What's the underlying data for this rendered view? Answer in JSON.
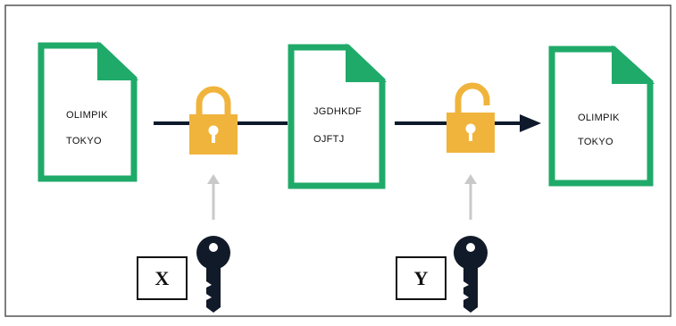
{
  "colors": {
    "doc_stroke": "#1faa6a",
    "lock_fill": "#f0b43c",
    "arrow": "#0e1a2b",
    "key": "#111a28",
    "key_arrow": "#c9c9c9",
    "frame": "#555555"
  },
  "documents": [
    {
      "line1": "OLIMPIK",
      "line2": "TOKYO"
    },
    {
      "line1": "JGDHKDF",
      "line2": "OJFTJ"
    },
    {
      "line1": "OLIMPIK",
      "line2": "TOKYO"
    }
  ],
  "locks": [
    {
      "icon": "lock-closed-icon"
    },
    {
      "icon": "lock-open-icon"
    }
  ],
  "keys": [
    {
      "label": "X",
      "icon": "key-icon"
    },
    {
      "label": "Y",
      "icon": "key-icon"
    }
  ]
}
